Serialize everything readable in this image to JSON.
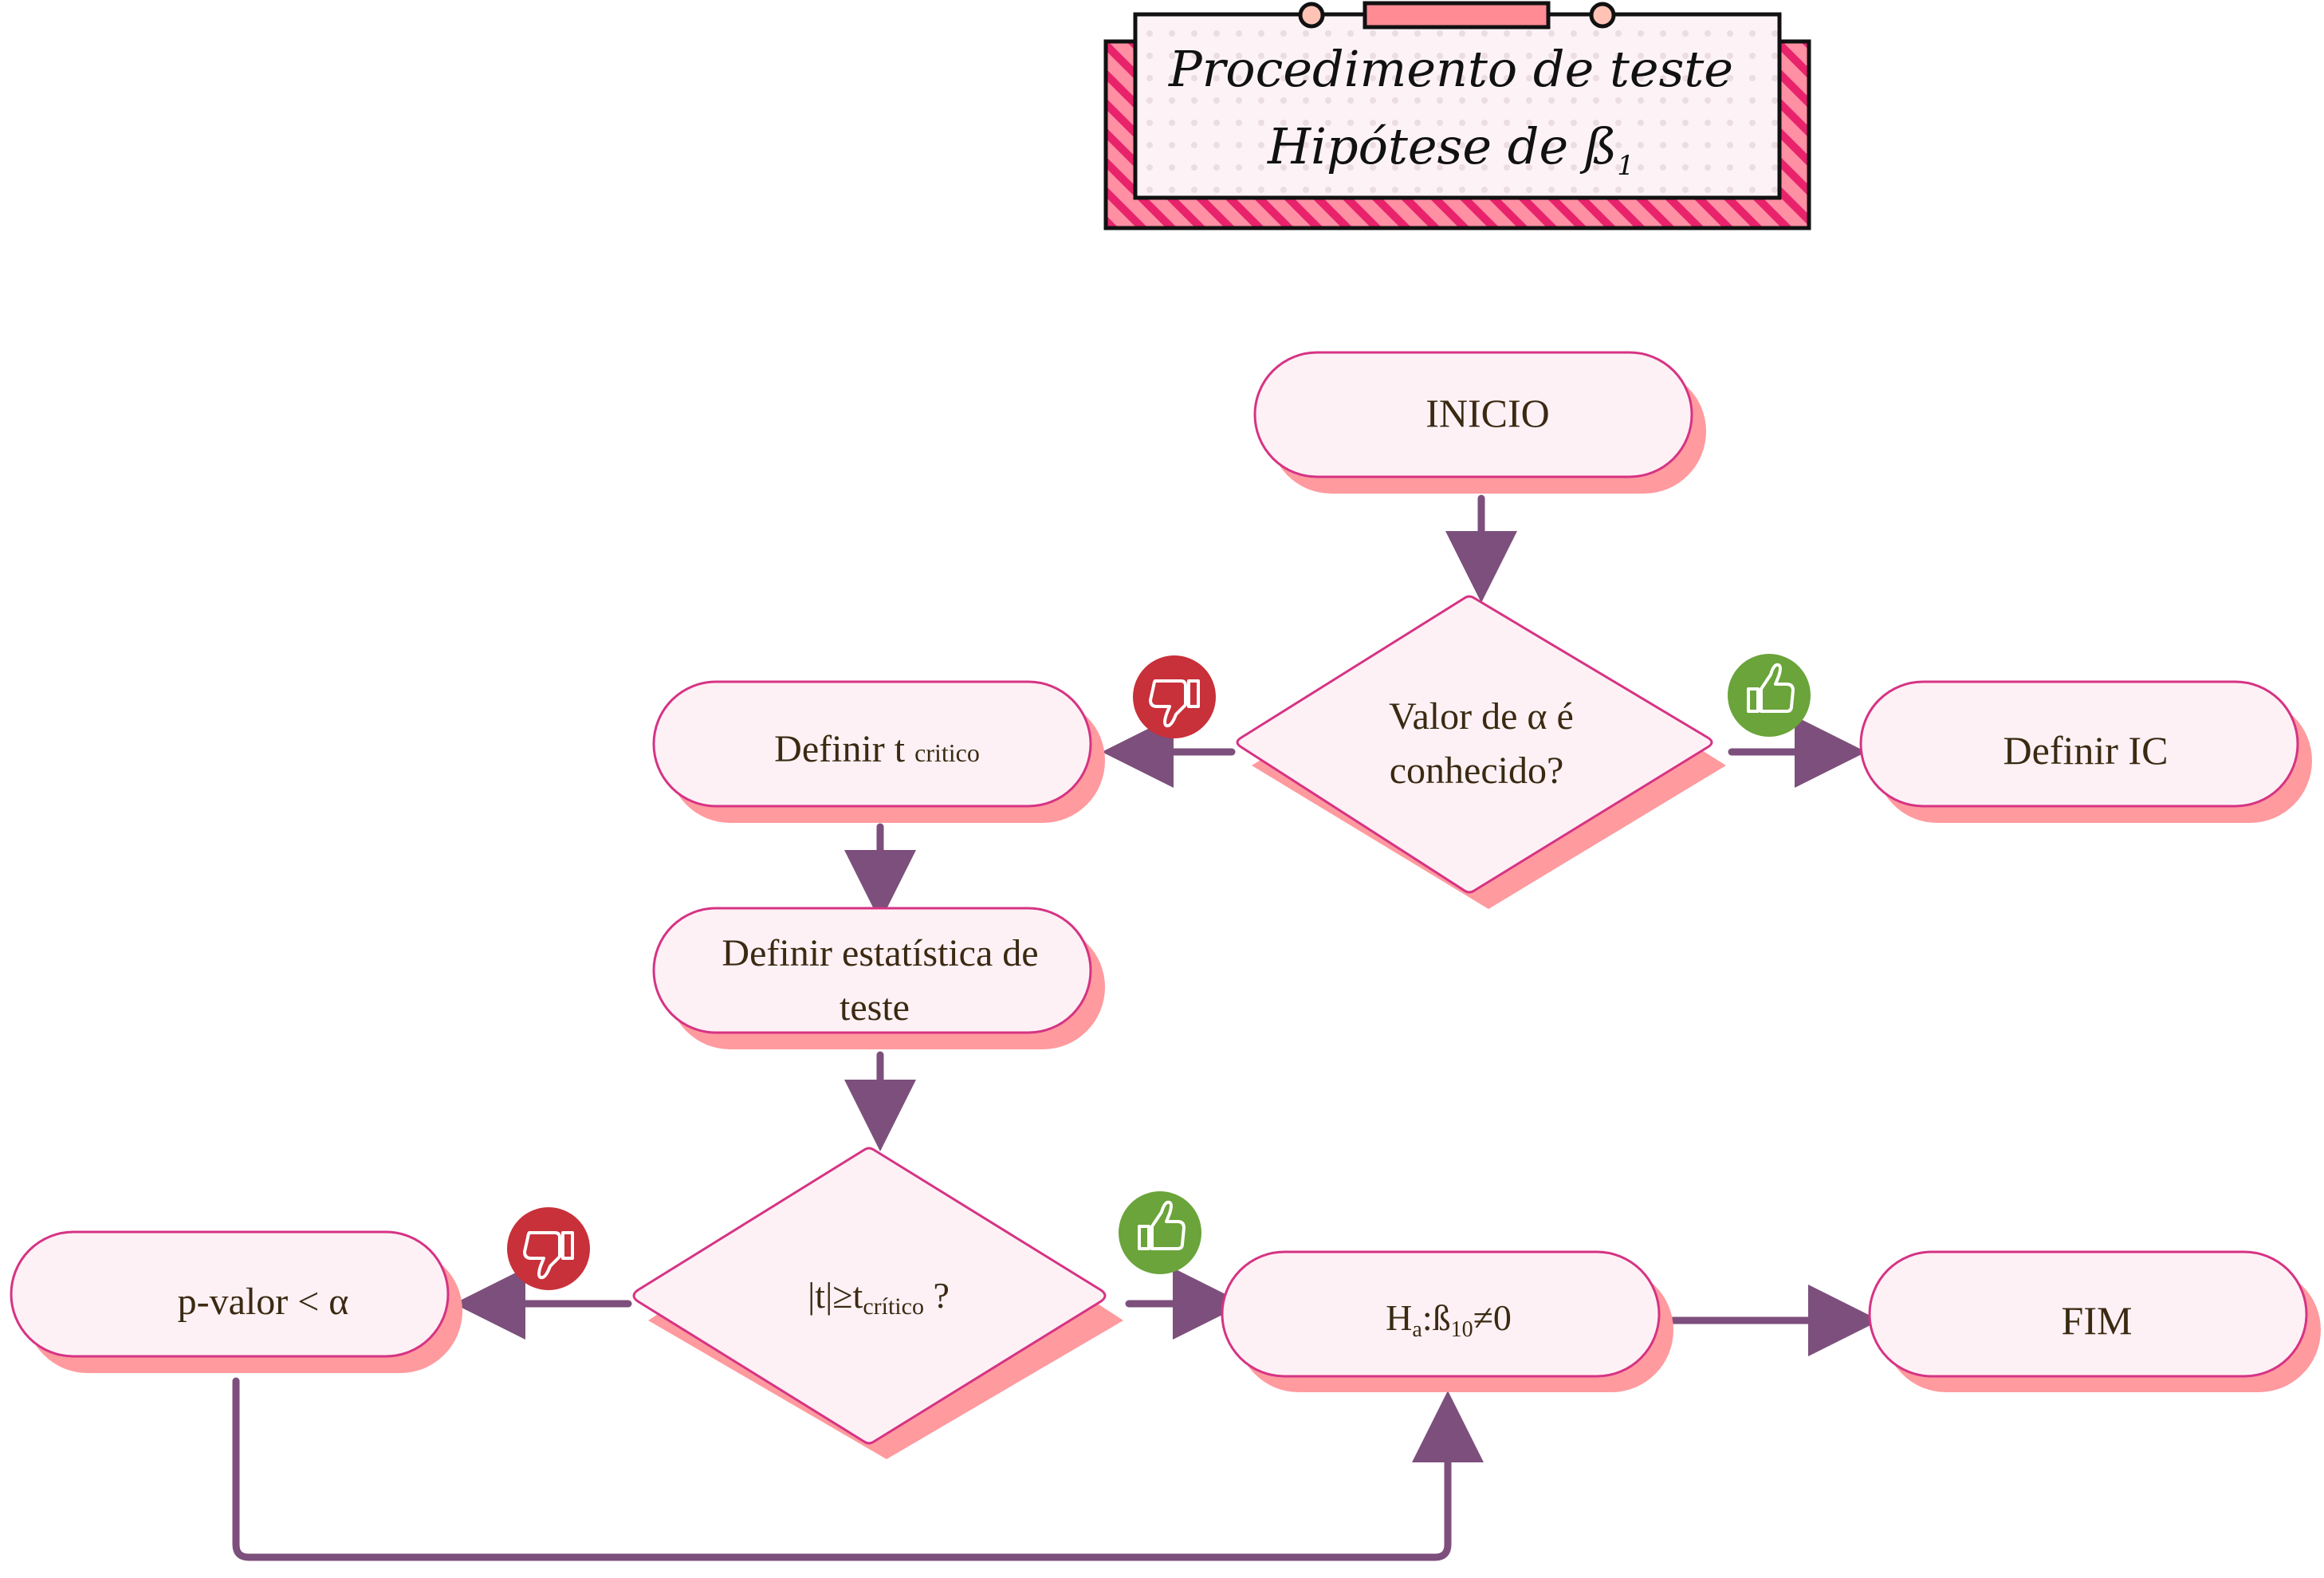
{
  "title": {
    "line1": "Procedimento de teste",
    "line2_prefix": "Hipótese de ß",
    "line2_sub": "1"
  },
  "nodes": {
    "start": "INICIO",
    "decision_alpha": {
      "line1": "Valor de α é",
      "line2": "conhecido?"
    },
    "define_t": {
      "main": "Definir t",
      "sub": "critico"
    },
    "define_ic": "Definir IC",
    "define_stat": {
      "line1": "Definir estatística de",
      "line2": "teste"
    },
    "decision_t": {
      "main": "|t|≥t",
      "sub": "crítico",
      "suffix": " ?"
    },
    "pvalue": "p-valor < α",
    "ha": {
      "h": "H",
      "sub_a": "a",
      "colon_beta": ":ß",
      "sub_10": "10",
      "rest": "≠0"
    },
    "end": "FIM"
  },
  "icons": {
    "yes": "thumbs-up-icon",
    "no": "thumbs-down-icon"
  },
  "colors": {
    "node_fill": "#fdf1f5",
    "node_stroke": "#d63384",
    "shadow": "#ff9a9e",
    "arrow": "#7d4f7c",
    "yes_icon": "#6aa43a",
    "no_icon": "#c8303a",
    "title_stripe": "#ff7f9a",
    "title_stripe_dark": "#e8236c"
  }
}
